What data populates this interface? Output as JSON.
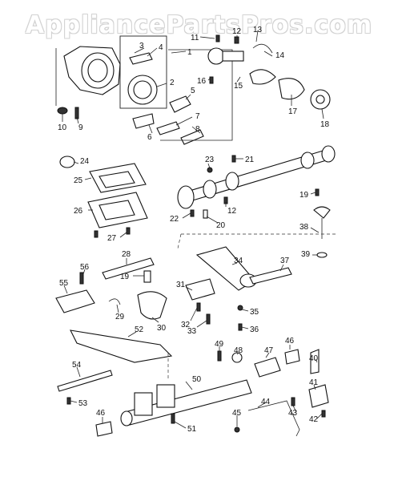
{
  "watermark": "AppliancePartsPros.com",
  "callouts": [
    "1",
    "2",
    "3",
    "4",
    "5",
    "6",
    "7",
    "8",
    "9",
    "10",
    "11",
    "12",
    "13",
    "14",
    "15",
    "16",
    "17",
    "18",
    "19",
    "20",
    "21",
    "22",
    "23",
    "24",
    "25",
    "26",
    "27",
    "28",
    "29",
    "30",
    "31",
    "32",
    "33",
    "34",
    "35",
    "36",
    "37",
    "38",
    "39",
    "40",
    "41",
    "42",
    "43",
    "44",
    "45",
    "46",
    "47",
    "48",
    "49",
    "50",
    "51",
    "52",
    "53",
    "54",
    "55",
    "56"
  ],
  "labels": {
    "n1": "1",
    "n2": "2",
    "n3": "3",
    "n4": "4",
    "n5": "5",
    "n6": "6",
    "n7": "7",
    "n8": "8",
    "n9": "9",
    "n10": "10",
    "n11": "11",
    "n12": "12",
    "n13": "13",
    "n14": "14",
    "n15": "15",
    "n16": "16",
    "n17": "17",
    "n18": "18",
    "n19a": "19",
    "n19b": "19",
    "n20": "20",
    "n21": "21",
    "n22": "22",
    "n23": "23",
    "n24": "24",
    "n25": "25",
    "n26": "26",
    "n27": "27",
    "n12b": "12",
    "n28": "28",
    "n29": "29",
    "n30": "30",
    "n31": "31",
    "n32": "32",
    "n33": "33",
    "n34": "34",
    "n35": "35",
    "n36": "36",
    "n37": "37",
    "n38": "38",
    "n39": "39",
    "n40": "40",
    "n41": "41",
    "n42": "42",
    "n43": "43",
    "n44": "44",
    "n45": "45",
    "n46a": "46",
    "n46b": "46",
    "n47": "47",
    "n48": "48",
    "n49": "49",
    "n50": "50",
    "n51": "51",
    "n52": "52",
    "n53": "53",
    "n54": "54",
    "n55": "55",
    "n56": "56"
  }
}
